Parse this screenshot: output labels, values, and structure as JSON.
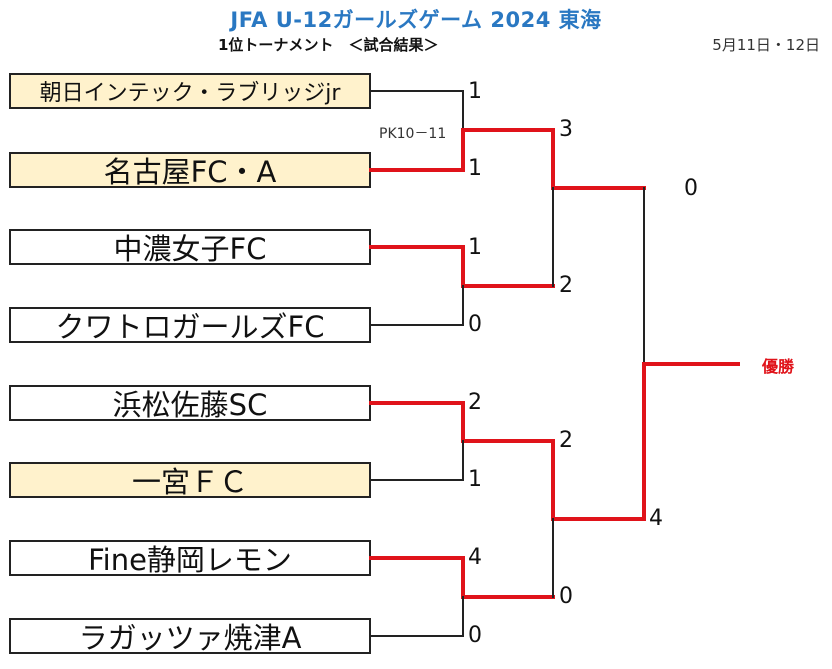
{
  "title": "JFA U-12ガールズゲーム 2024 東海",
  "subtitle": "1位トーナメント　＜試合結果＞",
  "dates": "5月11日・12日",
  "champion_label": "優勝",
  "pk_note": "PK10－11",
  "teams": [
    {
      "name": "朝日インテック・ラブリッジjr"
    },
    {
      "name": "名古屋FC・A"
    },
    {
      "name": "中濃女子FC"
    },
    {
      "name": "クワトロガールズFC"
    },
    {
      "name": "浜松佐藤SC"
    },
    {
      "name": "一宮ＦＣ"
    },
    {
      "name": "Fine静岡レモン"
    },
    {
      "name": "ラガッツァ焼津A"
    }
  ],
  "round1_scores": [
    "1",
    "1",
    "1",
    "0",
    "2",
    "1",
    "4",
    "0"
  ],
  "semifinal_scores": [
    "3",
    "2",
    "2",
    "0"
  ],
  "final_scores": [
    "0",
    "4"
  ],
  "colors": {
    "title": "#2a78c2",
    "winner_line": "#e0131a",
    "highlight": "#fff2cc",
    "champion": "#e0131a"
  }
}
